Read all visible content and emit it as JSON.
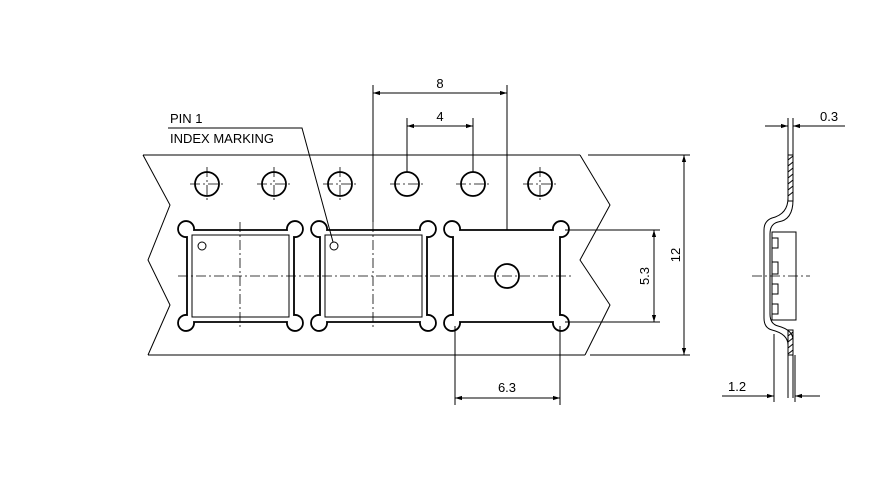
{
  "labels": {
    "pin1": "PIN 1",
    "index_marking": "INDEX MARKING"
  },
  "dimensions": {
    "pitch_pocket": "8",
    "pitch_sprocket": "4",
    "tape_width": "12",
    "pocket_height": "5.3",
    "pocket_width": "6.3",
    "cover_thickness": "0.3",
    "carrier_depth": "1.2"
  }
}
